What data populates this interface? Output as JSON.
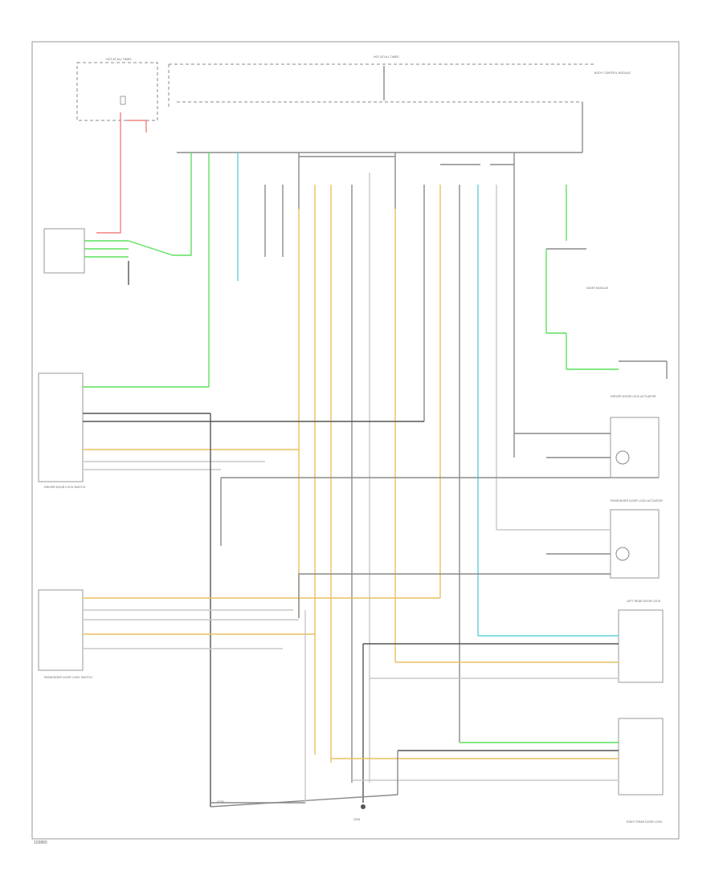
{
  "diagram": {
    "footer_code": "103860",
    "labels": {
      "top_fuse": "HOT AT ALL TIMES",
      "top_center_fuse": "HOT AT ALL TIMES",
      "bcm": "BODY CONTROL MODULE",
      "door_module": "DOOR MODULE",
      "driver_switch": "DRIVER DOOR LOCK SWITCH",
      "passenger_switch": "PASSENGER DOOR LOCK SWITCH",
      "driver_lock_actuator": "DRIVER DOOR LOCK ACTUATOR",
      "pass_lock_actuator": "PASSENGER DOOR LOCK ACTUATOR",
      "lr_door": "LEFT REAR DOOR LOCK",
      "rr_door": "RIGHT REAR DOOR LOCK",
      "ground_bottom": "G201",
      "ground_left": "G200"
    }
  }
}
